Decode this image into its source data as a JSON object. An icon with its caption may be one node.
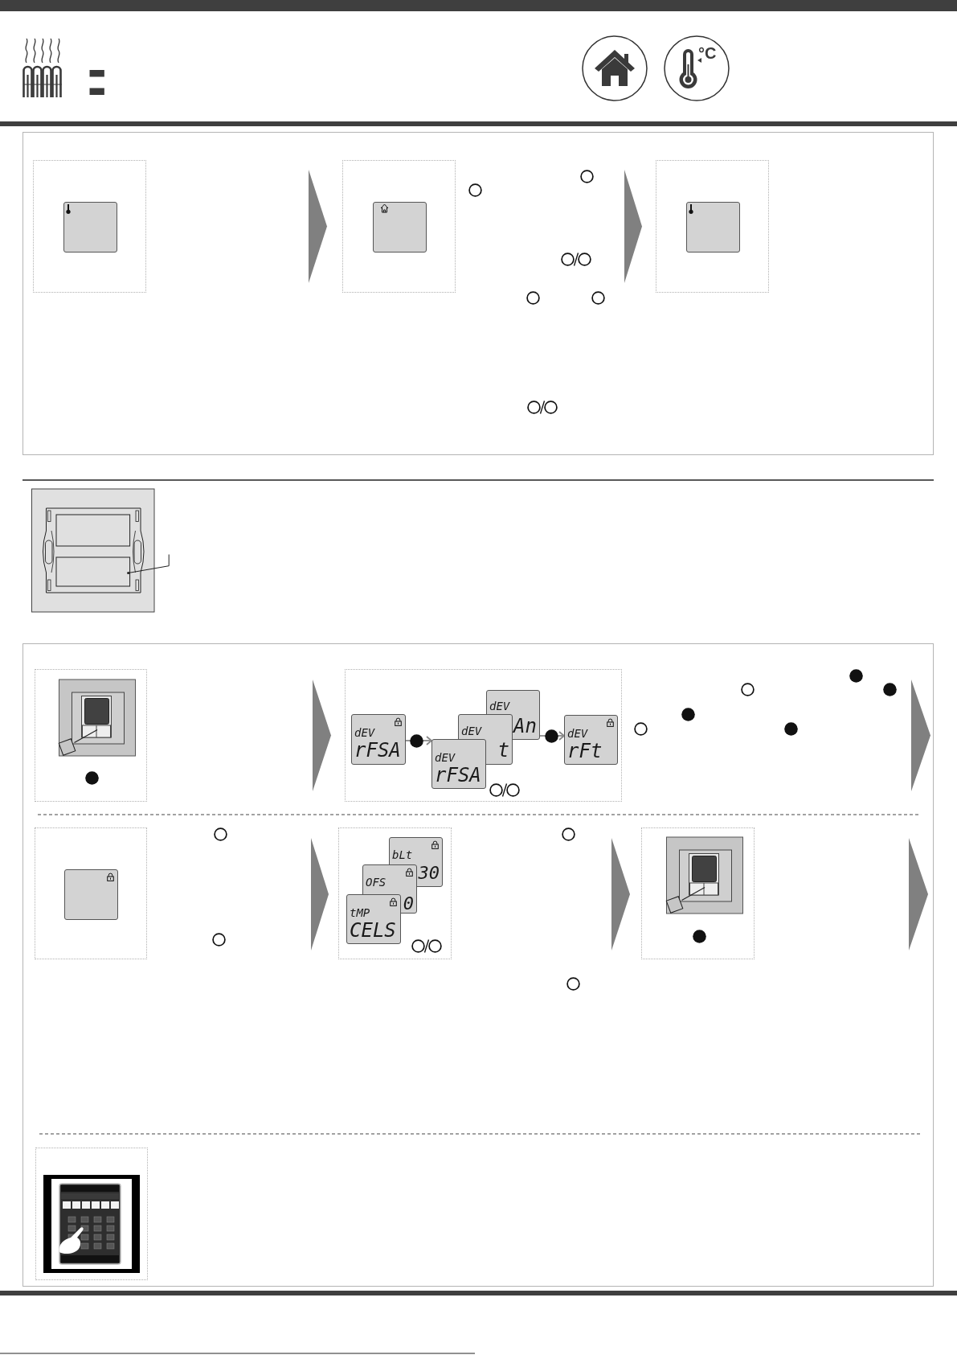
{
  "diagram": {
    "nodes": [
      {
        "text": [],
        "shape": "box"
      },
      {
        "text": [],
        "shape": "box",
        "in": 0
      },
      {
        "text": [],
        "shape": "box"
      },
      {
        "text": [],
        "shape": "box",
        "in": 2
      },
      {
        "text": [],
        "shape": "box"
      },
      {
        "text": [],
        "shape": "box",
        "in": 4
      },
      {
        "text": [],
        "shape": "box"
      },
      {
        "text": [],
        "shape": "box"
      },
      {
        "text": [
          "dEV",
          "rFSA"
        ],
        "in": 7
      },
      {
        "text": [
          "dEV",
          "An"
        ],
        "in": 7
      },
      {
        "text": [
          "dEV",
          "t"
        ],
        "in": 7
      },
      {
        "text": [
          "dEV",
          "rFSA"
        ],
        "in": 7
      },
      {
        "text": [
          "dEV",
          "rFt"
        ],
        "in": 7
      },
      {
        "text": [],
        "shape": "box"
      },
      {
        "text": [],
        "shape": "box",
        "in": 13
      },
      {
        "text": [],
        "shape": "box"
      },
      {
        "text": [
          "bLt",
          "30"
        ],
        "in": 15
      },
      {
        "text": [
          "OFS",
          "0"
        ],
        "in": 15
      },
      {
        "text": [
          "tMP",
          "CELS"
        ],
        "in": 15
      },
      {
        "text": [],
        "shape": "box"
      },
      {
        "text": [],
        "shape": "box"
      }
    ],
    "edges": [
      {
        "from": 8,
        "to": 11,
        "arrow": "to"
      },
      {
        "from": 9,
        "to": 12,
        "arrow": "to"
      }
    ],
    "labels": [
      ":",
      "°C"
    ]
  }
}
